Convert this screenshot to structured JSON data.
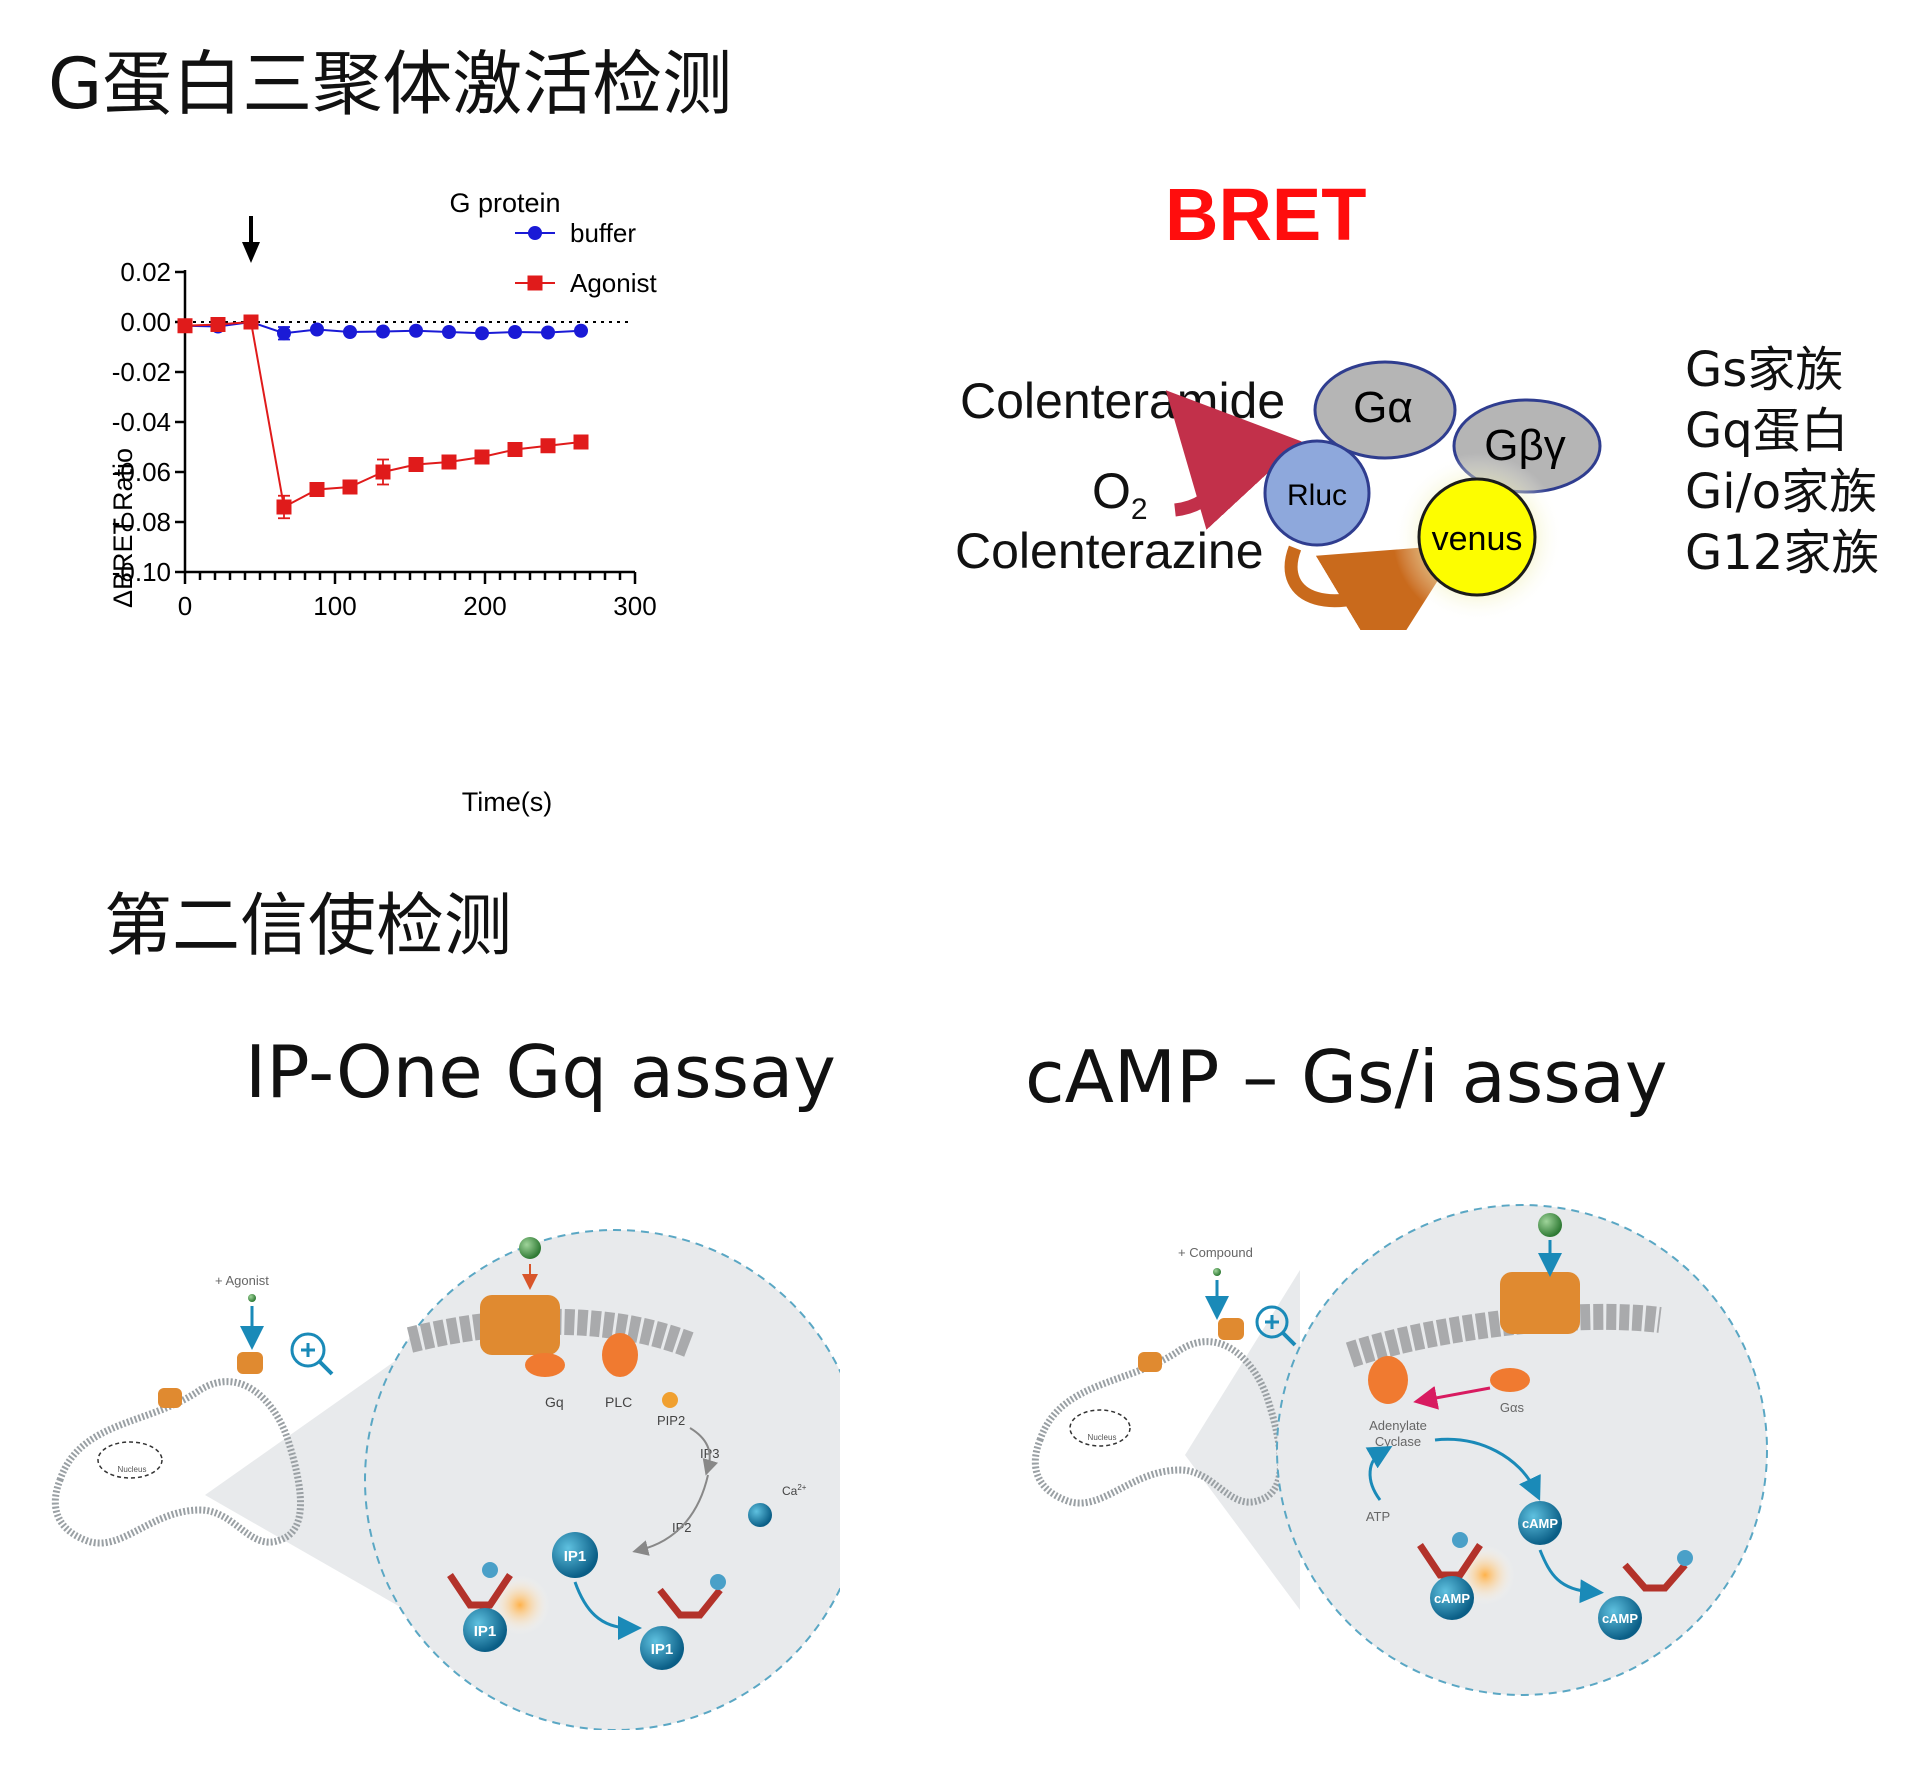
{
  "headings": {
    "g_protein_section": "G蛋白三聚体激活检测",
    "second_messenger_section": "第二信使检测"
  },
  "chart_data": {
    "type": "line",
    "title": "G protein",
    "xlabel": "Time(s)",
    "ylabel": "ΔBRET Ratio",
    "xlim": [
      0,
      300
    ],
    "ylim": [
      -0.1,
      0.02
    ],
    "x_ticks": [
      "0",
      "100",
      "200",
      "300"
    ],
    "y_ticks": [
      "0.02",
      "0.00",
      "-0.02",
      "-0.04",
      "-0.06",
      "-0.08",
      "-0.10"
    ],
    "legend_position": "top-right",
    "annotation": "arrow at t≈44 s (agonist addition)",
    "arrow_x": 44,
    "reference_line_y": 0,
    "series": [
      {
        "name": "buffer",
        "color": "#1a1ad6",
        "marker": "circle",
        "x": [
          0,
          22,
          44,
          66,
          88,
          110,
          132,
          154,
          176,
          198,
          220,
          242,
          264
        ],
        "y": [
          -0.0015,
          -0.0018,
          0.0,
          -0.0045,
          -0.003,
          -0.004,
          -0.0038,
          -0.0035,
          -0.004,
          -0.0045,
          -0.004,
          -0.0042,
          -0.0035
        ],
        "err": [
          0,
          0,
          0,
          0.0025,
          0.001,
          0,
          0,
          0,
          0,
          0,
          0,
          0,
          0
        ]
      },
      {
        "name": "Agonist",
        "color": "#e01b1b",
        "marker": "square",
        "x": [
          0,
          22,
          44,
          66,
          88,
          110,
          132,
          154,
          176,
          198,
          220,
          242,
          264
        ],
        "y": [
          -0.0015,
          -0.001,
          0.0,
          -0.074,
          -0.067,
          -0.066,
          -0.06,
          -0.057,
          -0.056,
          -0.054,
          -0.051,
          -0.0495,
          -0.048
        ],
        "err": [
          0,
          0,
          0,
          0.0045,
          0.001,
          0.001,
          0.005,
          0.0015,
          0.001,
          0.001,
          0.0015,
          0.001,
          0.0025
        ]
      }
    ]
  },
  "bret_diagram": {
    "title": "BRET",
    "product": "Colenteramide",
    "oxygen": "O",
    "oxygen_sub": "2",
    "substrate": "Colenterazine",
    "g_alpha": "Gα",
    "g_beta_gamma": "Gβγ",
    "donor": "Rluc",
    "acceptor": "venus",
    "colors": {
      "g_subunit": "#b5b5b5",
      "rluc": "#8ea8dc",
      "venus": "#fdfd00",
      "outline": "#2f3d8f"
    }
  },
  "families": [
    "Gs家族",
    "Gq蛋白",
    "Gi/o家族",
    "G12家族"
  ],
  "assays": {
    "ip_one": {
      "title": "IP-One Gq assay",
      "agonist_label": "+ Agonist",
      "nucleus_label": "Nucleus",
      "gq": "Gq",
      "plc": "PLC",
      "pip2": "PIP2",
      "ip3": "IP3",
      "ca": "Ca",
      "ca_sup": "2+",
      "ip2": "IP2",
      "ip1": "IP1"
    },
    "camp": {
      "title": "cAMP – Gs/i assay",
      "compound_label": "+ Compound",
      "nucleus_label": "Nucleus",
      "gas": "Gαs",
      "adenylate": "Adenylate",
      "cyclase": "Cyclase",
      "atp": "ATP",
      "camp": "cAMP"
    }
  }
}
